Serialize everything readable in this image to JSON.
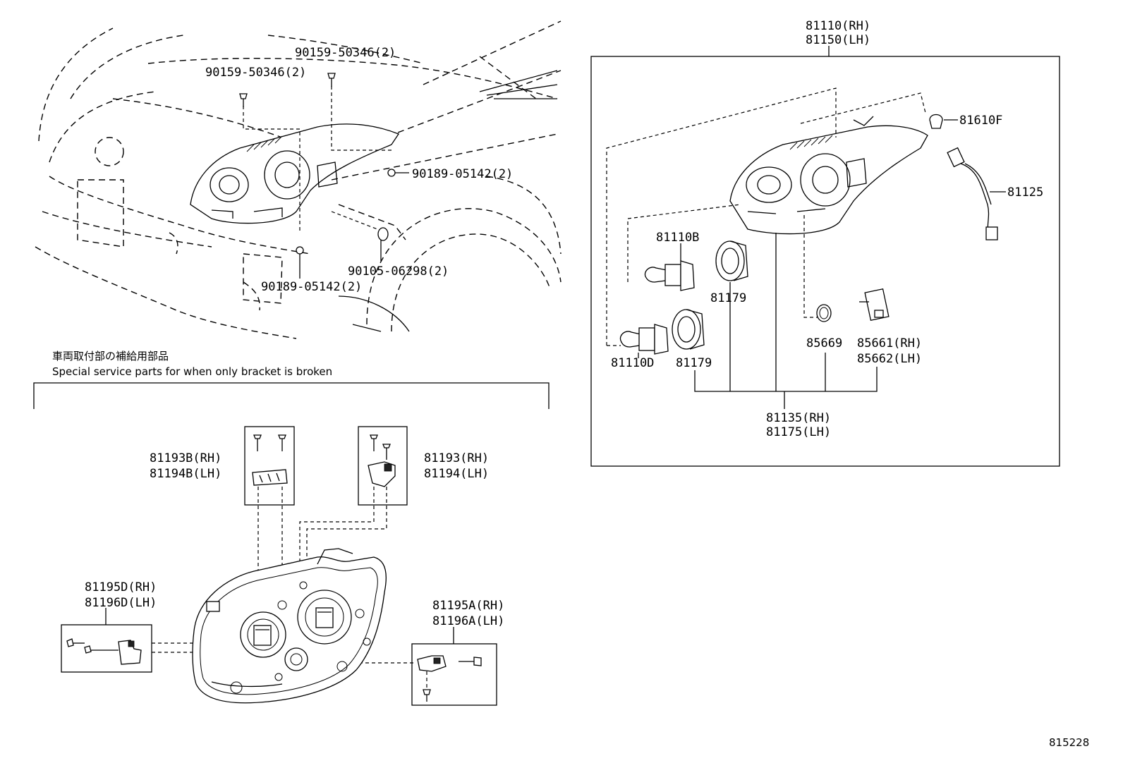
{
  "note": {
    "japanese": "車両取付部の補給用部品",
    "english": "Special service parts for when only bracket is broken"
  },
  "reference_number": "815228",
  "labels": {
    "assy_rh": "81110(RH)",
    "assy_lh": "81150(LH)",
    "bulb_f": "81610F",
    "wire": "81125",
    "bulb_b": "81110B",
    "bulb_d": "81110D",
    "cover_top": "81179",
    "cover_bottom": "81179",
    "ring": "85669",
    "motor_rh": "85661(RH)",
    "motor_lh": "85662(LH)",
    "sub_rh": "81135(RH)",
    "sub_lh": "81175(LH)",
    "screw_a": "90159-50346(2)",
    "screw_b": "90159-50346(2)",
    "bolt_a": "90189-05142(2)",
    "bolt_b": "90189-05142(2)",
    "clip": "90105-06298(2)",
    "br_93b_rh": "81193B(RH)",
    "br_94b_lh": "81194B(LH)",
    "br_93_rh": "81193(RH)",
    "br_94_lh": "81194(LH)",
    "br_95d_rh": "81195D(RH)",
    "br_96d_lh": "81196D(LH)",
    "br_95a_rh": "81195A(RH)",
    "br_96a_lh": "81196A(LH)"
  }
}
